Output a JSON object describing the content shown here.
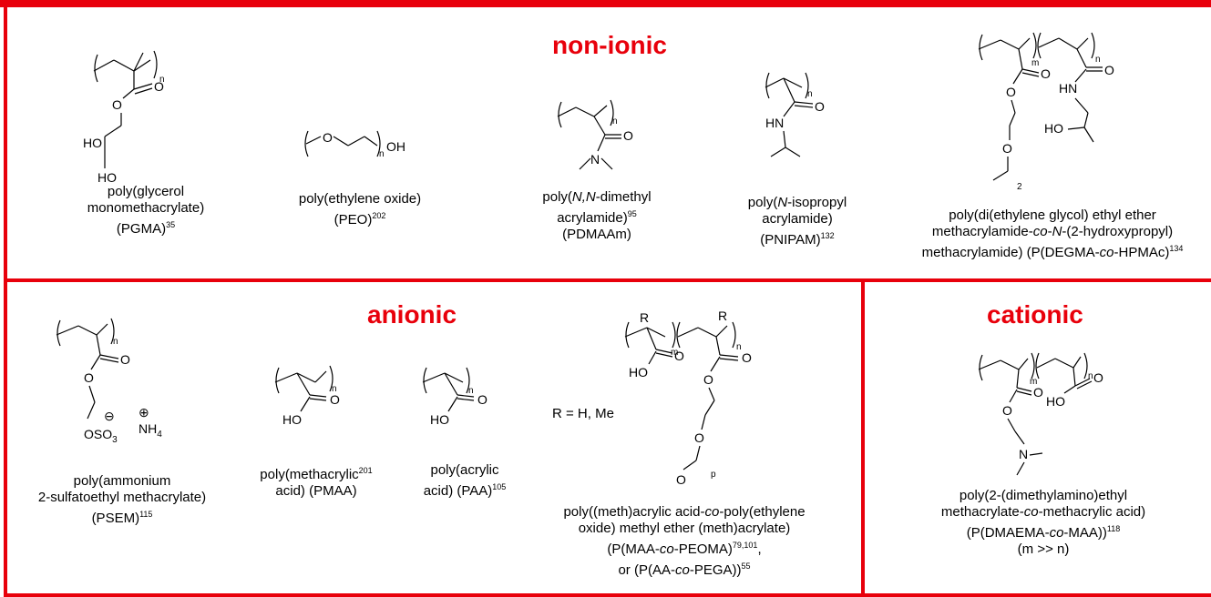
{
  "groups": {
    "nonionic": "non-ionic",
    "anionic": "anionic",
    "cationic": "cationic"
  },
  "polymers": {
    "pgma": {
      "line1": "poly(glycerol",
      "line2": "monomethacrylate)",
      "line3": "(PGMA)",
      "ref": "35"
    },
    "peo": {
      "line1": "poly(ethylene oxide)",
      "line2": "(PEO)",
      "ref": "202"
    },
    "pdmaam": {
      "line1a": "poly(",
      "line1i": "N,N",
      "line1b": "-dimethyl",
      "line2": "acrylamide)",
      "line3": "(PDMAAm)",
      "ref": "95"
    },
    "pnipam": {
      "line1a": "poly(",
      "line1i": "N",
      "line1b": "-isopropyl",
      "line2": "acrylamide)",
      "line3": "(PNIPAM)",
      "ref": "132"
    },
    "pdegma": {
      "line1": "poly(di(ethylene glycol) ethyl ether",
      "line2a": "methacrylamide-",
      "line2i": "co",
      "line2b": "-",
      "line2i2": "N",
      "line2c": "-(2-hydroxypropyl)",
      "line3a": "methacrylamide) (P(DEGMA-",
      "line3i": "co",
      "line3b": "-HPMAc)",
      "ref": "134"
    },
    "psem": {
      "line1": "poly(ammonium",
      "line2": "2-sulfatoethyl methacrylate)",
      "line3": "(PSEM)",
      "ref": "115"
    },
    "pmaa": {
      "line1": "poly(methacrylic",
      "line2": "acid) (PMAA)",
      "ref": "201"
    },
    "paa": {
      "line1": "poly(acrylic",
      "line2": "acid) (PAA)",
      "ref": "105"
    },
    "pmaa_peoma": {
      "line1a": "poly((meth)acrylic acid-",
      "line1i": "co",
      "line1b": "-poly(ethylene",
      "line2": "oxide) methyl ether (meth)acrylate)",
      "line3a": "(P(MAA-",
      "line3i": "co",
      "line3b": "-PEOMA)",
      "ref1": "79,101",
      "line3c": ",",
      "line4a": "or (P(AA-",
      "line4i": "co",
      "line4b": "-PEGA))",
      "ref2": "55",
      "rgroup": "R = H, Me"
    },
    "pdmaema_maa": {
      "line1a": "poly(2-(dimethylamino)ethyl",
      "line2a": "methacrylate-",
      "line2i": "co",
      "line2b": "-methacrylic acid)",
      "line3": "(P(DMAEMA-",
      "line3i": "co",
      "line3b": "-MAA))",
      "ref": "118",
      "line4": "(m >> n)"
    }
  },
  "atoms": {
    "O": "O",
    "HO": "HO",
    "OH": "OH",
    "HN": "HN",
    "N": "N",
    "n": "n",
    "m": "m",
    "p": "p",
    "R": "R",
    "two": "2",
    "OSO3": "OSO",
    "three": "3",
    "NH": "NH",
    "four": "4",
    "minus": "⊖",
    "plus": "⊕"
  }
}
